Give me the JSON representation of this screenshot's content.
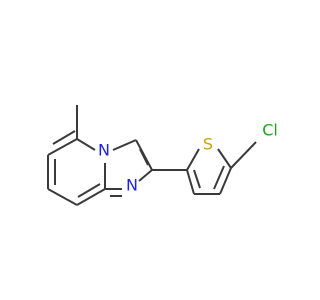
{
  "molecule": {
    "atoms": {
      "n_bridge": {
        "symbol": "N",
        "color": "#2222dd"
      },
      "n_imine": {
        "symbol": "N",
        "color": "#2222dd"
      },
      "s": {
        "symbol": "S",
        "color": "#c8a400"
      },
      "cl": {
        "symbol": "Cl",
        "color": "#1fa51f"
      }
    },
    "bond_color": "#3a3a3a"
  }
}
